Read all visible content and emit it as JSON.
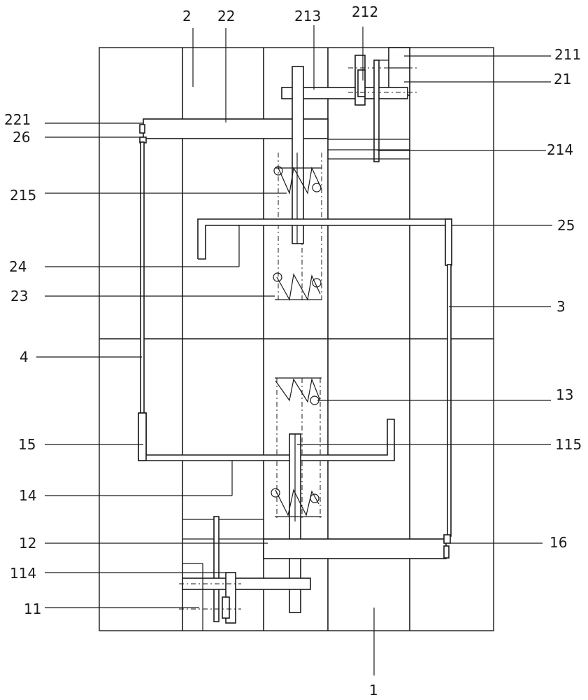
{
  "labels": {
    "l1": "1",
    "l2": "2",
    "l3": "3",
    "l4": "4",
    "l11": "11",
    "l12": "12",
    "l13": "13",
    "l14": "14",
    "l15": "15",
    "l16": "16",
    "l21": "21",
    "l22": "22",
    "l23": "23",
    "l24": "24",
    "l25": "25",
    "l26": "26",
    "l114": "114",
    "l115": "115",
    "l211": "211",
    "l212": "212",
    "l213": "213",
    "l214": "214",
    "l215": "215",
    "l221": "221"
  }
}
